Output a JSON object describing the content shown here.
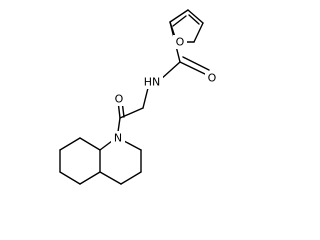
{
  "molecule": {
    "atoms": {
      "furan_oxygen": "O",
      "carbonyl_oxygen_amide": "O",
      "amide_nitrogen": "HN",
      "carbonyl_oxygen_ketone": "O",
      "ring_nitrogen": "N"
    }
  },
  "colors": {
    "bond": "#000000",
    "label": "#000000",
    "background": "#ffffff"
  }
}
